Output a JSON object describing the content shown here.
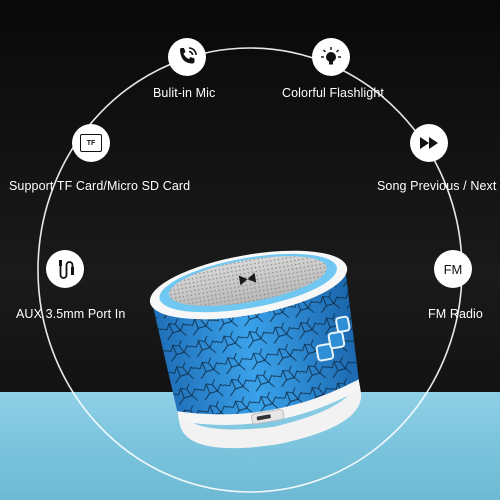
{
  "features": [
    {
      "id": "mic",
      "label": "Bulit-in Mic",
      "icon": "phone-call-icon"
    },
    {
      "id": "flashlight",
      "label": "Colorful Flashlight",
      "icon": "light-bulb-icon"
    },
    {
      "id": "tf",
      "label": "Support TF Card/Micro SD Card",
      "icon": "tf-card-icon",
      "icon_text": "TF"
    },
    {
      "id": "song",
      "label": "Song Previous / Next",
      "icon": "fast-forward-icon"
    },
    {
      "id": "aux",
      "label": "AUX 3.5mm Port In",
      "icon": "aux-cable-icon"
    },
    {
      "id": "fm",
      "label": "FM Radio",
      "icon": "fm-radio-icon",
      "icon_text": "FM"
    }
  ],
  "colors": {
    "background": "#121212",
    "floor": "#7ec6df",
    "speaker_body": "#2f8fd6",
    "speaker_trim": "#f2f2f2",
    "ring": "#ffffff"
  }
}
